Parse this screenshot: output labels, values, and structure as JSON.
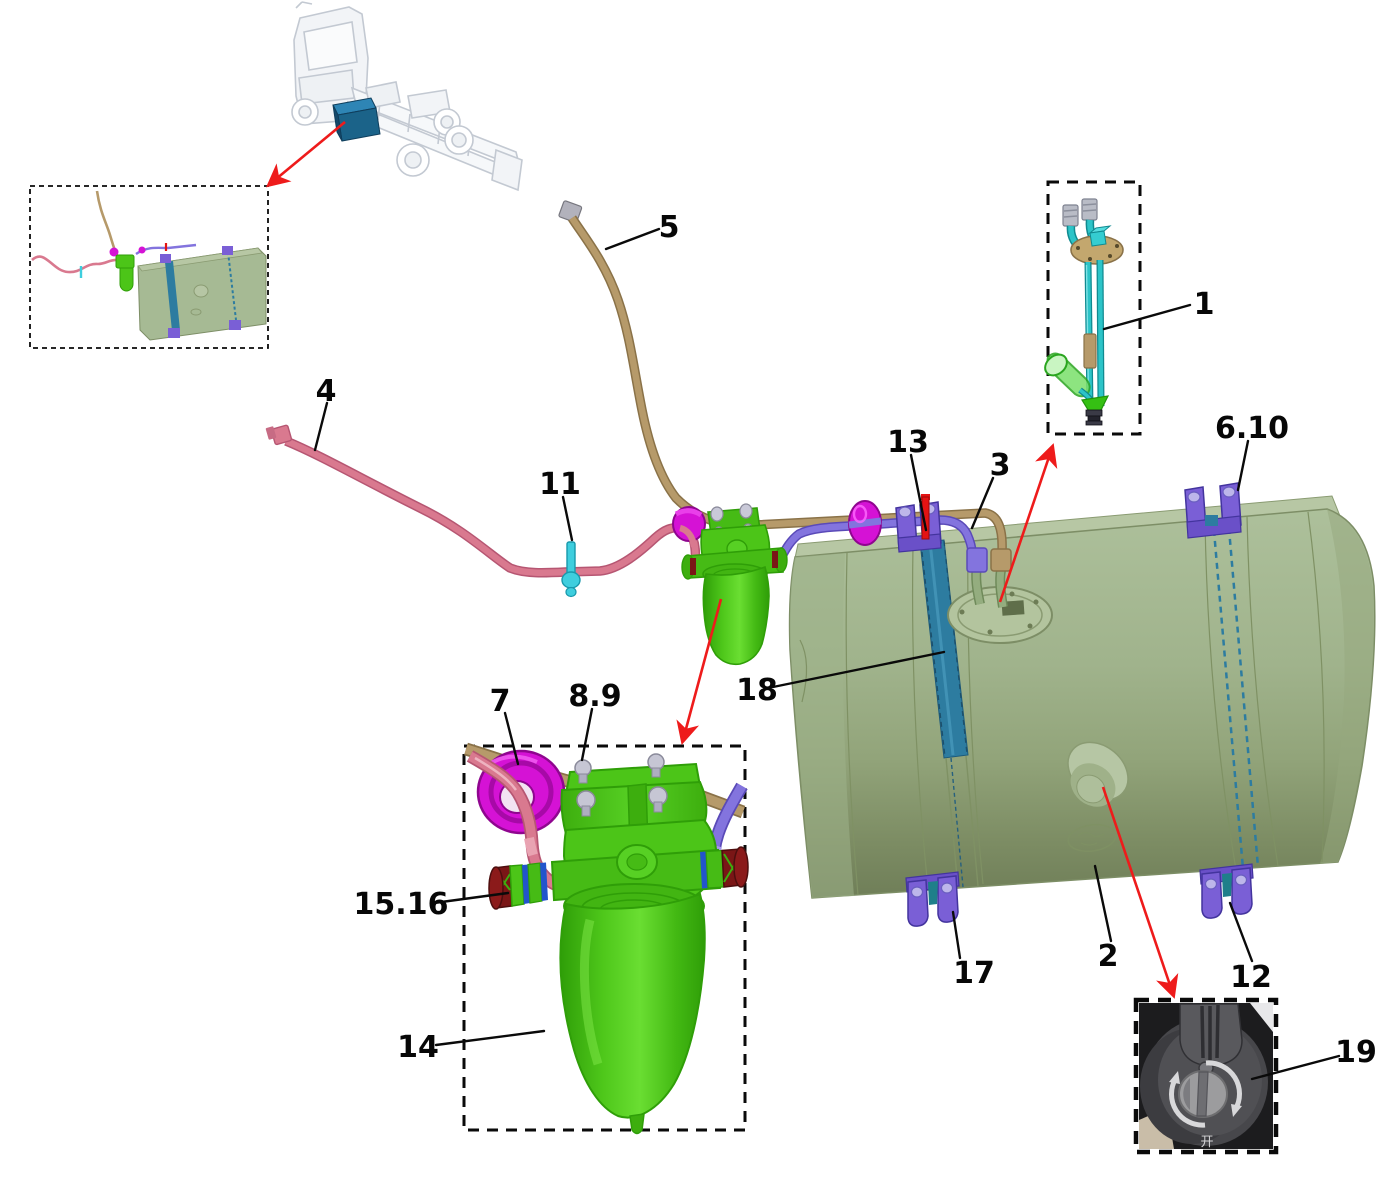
{
  "figure": {
    "type": "exploded-parts-diagram",
    "subject": "Truck fuel tank, fuel lines and fuel filter assembly"
  },
  "callouts": [
    {
      "id": "1",
      "text": "1",
      "part": "fuel-level-sender-unit"
    },
    {
      "id": "2",
      "text": "2",
      "part": "fuel-tank-filler-neck"
    },
    {
      "id": "3",
      "text": "3",
      "part": "fuel-return-hose"
    },
    {
      "id": "4",
      "text": "4",
      "part": "fuel-suction-hose"
    },
    {
      "id": "5",
      "text": "5",
      "part": "fuel-supply-hose"
    },
    {
      "id": "6.10",
      "text": "6.10",
      "part": "upper-strap-bracket"
    },
    {
      "id": "7",
      "text": "7",
      "part": "coiled-hose-grommet"
    },
    {
      "id": "8.9",
      "text": "8.9",
      "part": "filter-mounting-bolts"
    },
    {
      "id": "11",
      "text": "11",
      "part": "hose-clip"
    },
    {
      "id": "12",
      "text": "12",
      "part": "lower-strap-bracket-right"
    },
    {
      "id": "13",
      "text": "13",
      "part": "retaining-clip"
    },
    {
      "id": "14",
      "text": "14",
      "part": "fuel-filter-bowl"
    },
    {
      "id": "15.16",
      "text": "15.16",
      "part": "filter-port-fittings"
    },
    {
      "id": "17",
      "text": "17",
      "part": "lower-strap-bracket-left"
    },
    {
      "id": "18",
      "text": "18",
      "part": "tank-mounting-strap"
    },
    {
      "id": "19",
      "text": "19",
      "part": "fuel-filler-cap"
    }
  ],
  "insets": {
    "chassis_overview": {
      "description": "fuel-system-location-on-chassis"
    },
    "sender_detail": {
      "description": "fuel-sender-unit-enlarged"
    },
    "filter_detail": {
      "description": "fuel-filter-enlarged"
    },
    "cap_photo": {
      "description": "filler-cap-photo",
      "open_character": "开"
    }
  },
  "colors": {
    "tank_green": "#a6ba94",
    "tank_shadow": "#6f7e58",
    "filter_green": "#4cc518",
    "hose_pink": "#d9798f",
    "hose_tan": "#b69a6a",
    "hose_purple": "#8374de",
    "grommet_magenta": "#d512d5",
    "strap_blue": "#2d7ca0",
    "bracket_purple": "#7a5fd6",
    "clip_cyan": "#3ecede",
    "clip_red": "#e31313",
    "sender_teal": "#2cc4c8",
    "truck_tank_blue": "#1b6389",
    "arrow_red": "#ee1b1b",
    "label_black": "#070707"
  }
}
